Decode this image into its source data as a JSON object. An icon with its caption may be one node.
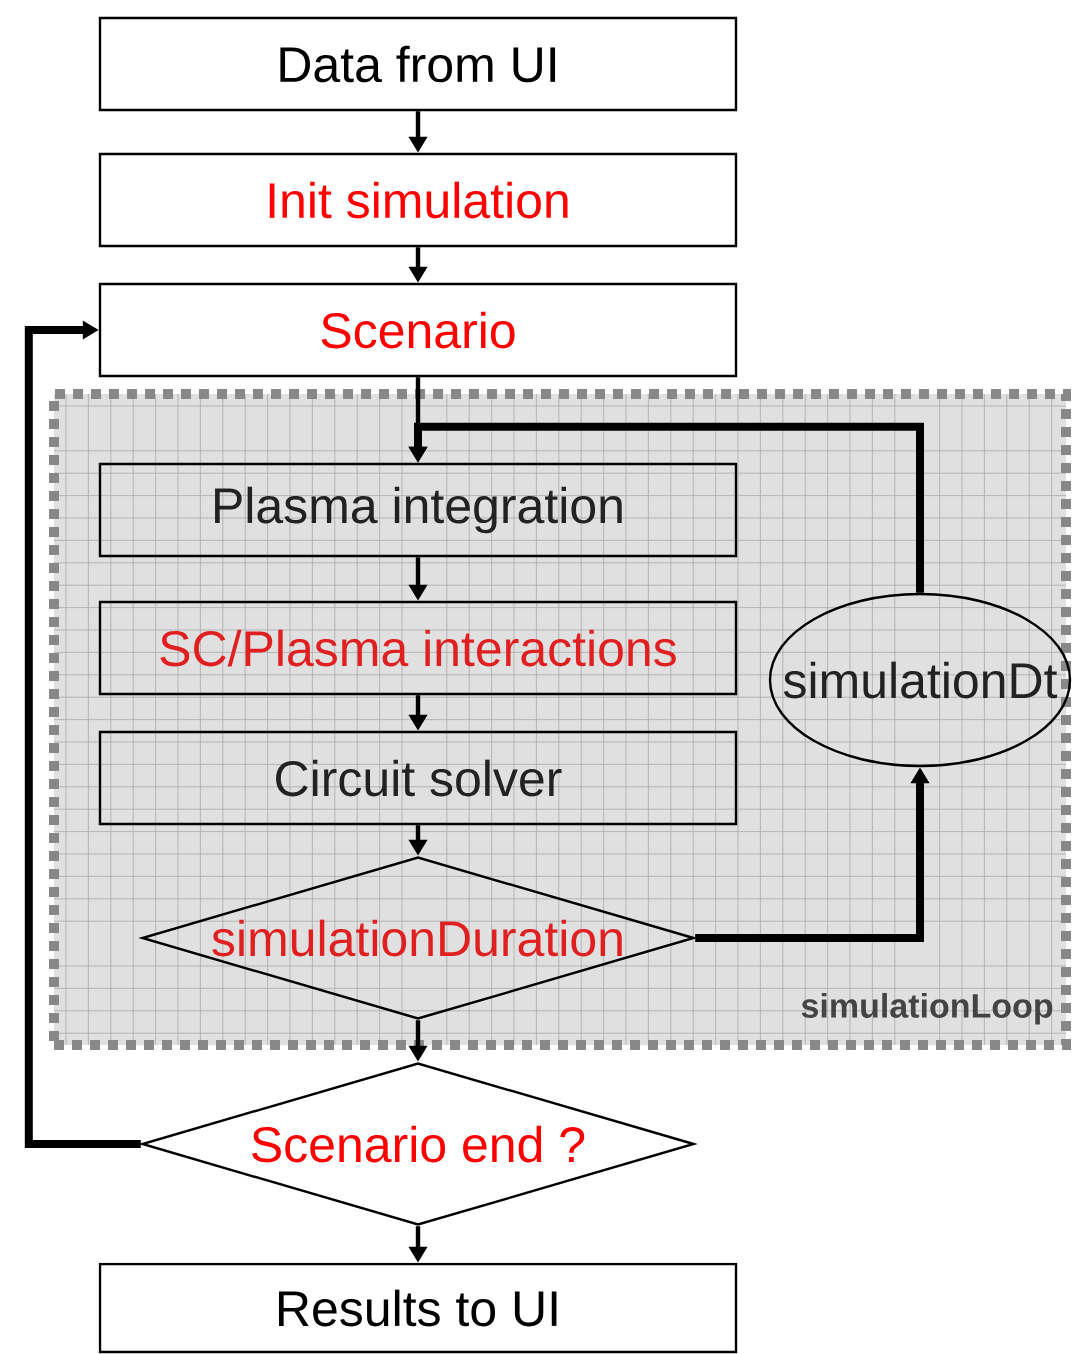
{
  "diagram": {
    "nodes": [
      {
        "text": [
          "Data from UI"
        ]
      },
      {
        "text": [
          "Init simulation"
        ]
      },
      {
        "text": [
          "Scenario"
        ]
      },
      {
        "text": [
          "simulationLoop"
        ]
      },
      {
        "text": [
          "Plasma integration"
        ],
        "in": 3
      },
      {
        "text": [
          "SC/Plasma interactions"
        ],
        "in": 3
      },
      {
        "text": [
          "Circuit solver"
        ],
        "in": 3
      },
      {
        "text": [
          "simulationDuration"
        ],
        "in": 3
      },
      {
        "text": [
          "simulationDt"
        ],
        "in": 3
      },
      {
        "text": [
          "Scenario end ?"
        ]
      },
      {
        "text": [
          "Results to UI"
        ]
      }
    ],
    "edges": [
      {
        "from": 0,
        "to": 1,
        "arrow": "to"
      },
      {
        "from": 1,
        "to": 2,
        "arrow": "to"
      },
      {
        "from": 2,
        "to": 4,
        "arrow": "to"
      },
      {
        "from": 4,
        "to": 5,
        "arrow": "to"
      },
      {
        "from": 5,
        "to": 6,
        "arrow": "to"
      },
      {
        "from": 6,
        "to": 7,
        "arrow": "to"
      },
      {
        "from": 7,
        "to": 8,
        "arrow": "to",
        "style": "thick"
      },
      {
        "from": 8,
        "to": 4,
        "arrow": "to",
        "style": "thick"
      },
      {
        "from": 7,
        "to": 9,
        "arrow": "to"
      },
      {
        "from": 9,
        "to": 10,
        "arrow": "to"
      },
      {
        "from": 9,
        "to": 2,
        "arrow": "to",
        "style": "thick"
      }
    ]
  }
}
